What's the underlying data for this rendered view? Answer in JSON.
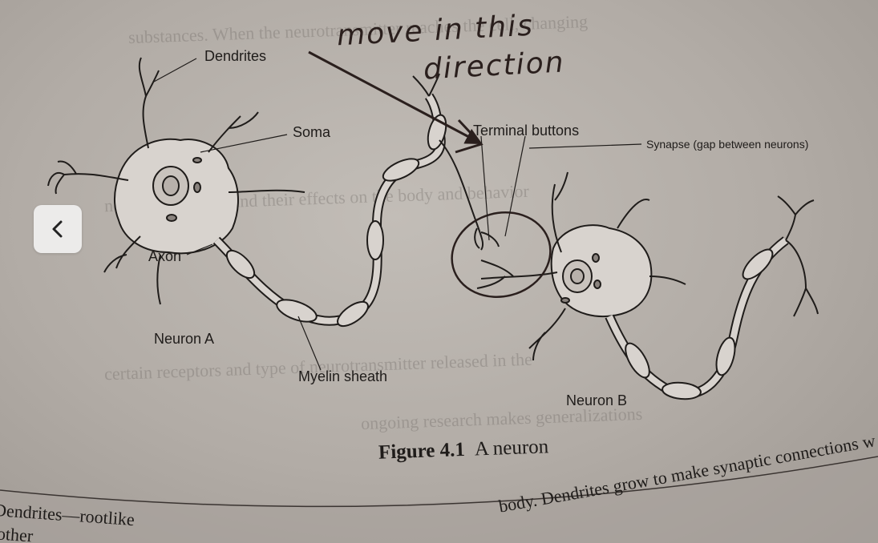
{
  "figure": {
    "number_label": "Figure 4.1",
    "title": "A neuron",
    "labels": {
      "dendrites": "Dendrites",
      "soma": "Soma",
      "terminal_buttons": "Terminal buttons",
      "synapse": "Synapse (gap between neurons)",
      "axon": "Axon",
      "neuron_a": "Neuron A",
      "myelin_sheath": "Myelin sheath",
      "neuron_b": "Neuron B"
    }
  },
  "handwriting": {
    "line1": "move in this",
    "line2": "direction"
  },
  "page_text": {
    "bottom_left": "Dendrites—rootlike",
    "bottom_right": "body. Dendrites grow to make synaptic connections w",
    "bottom_left_second": "other"
  },
  "navigation": {
    "back_icon": "chevron-left-icon"
  },
  "colors": {
    "ink": "#1f1c1a",
    "handwriting_ink": "#2a1f1d",
    "paper": "#b5afa9",
    "nav_button": "#ecebea"
  }
}
